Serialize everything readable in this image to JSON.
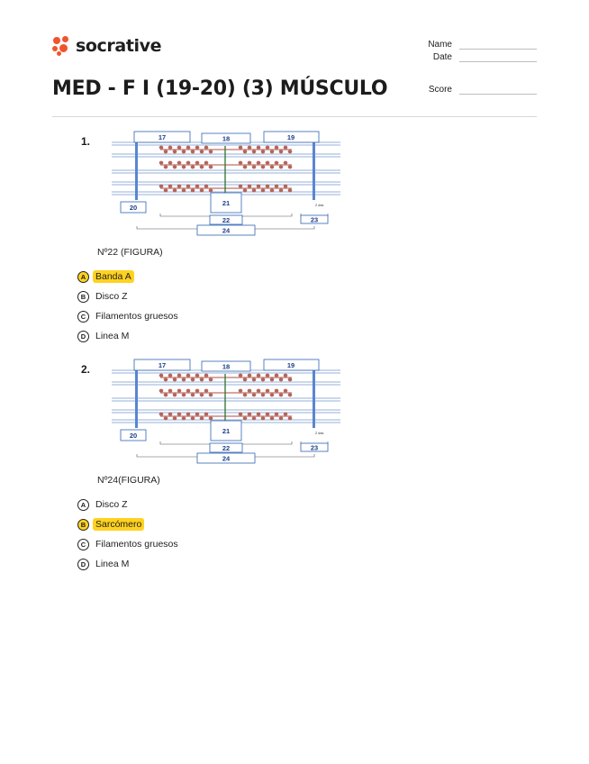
{
  "brand": {
    "name": "socrative",
    "color": "#f0542c"
  },
  "header": {
    "title": "MED - F I (19-20) (3) MÚSCULO",
    "name_label": "Name",
    "date_label": "Date",
    "score_label": "Score"
  },
  "figure_labels": {
    "l17": "17",
    "l18": "18",
    "l19": "19",
    "l20": "20",
    "l21": "21",
    "l22": "22",
    "l23": "23",
    "l24": "24",
    "zdisk": "Z disk"
  },
  "questions": [
    {
      "number": "1.",
      "text": "Nº22 (FIGURA)",
      "options": [
        {
          "letter": "A",
          "label": "Banda A",
          "correct": true
        },
        {
          "letter": "B",
          "label": "Disco Z",
          "correct": false
        },
        {
          "letter": "C",
          "label": "Filamentos gruesos",
          "correct": false
        },
        {
          "letter": "D",
          "label": "Linea M",
          "correct": false
        }
      ]
    },
    {
      "number": "2.",
      "text": "Nº24(FIGURA)",
      "options": [
        {
          "letter": "A",
          "label": "Disco Z",
          "correct": false
        },
        {
          "letter": "B",
          "label": "Sarcómero",
          "correct": true
        },
        {
          "letter": "C",
          "label": "Filamentos gruesos",
          "correct": false
        },
        {
          "letter": "D",
          "label": "Linea M",
          "correct": false
        }
      ]
    }
  ],
  "colors": {
    "highlight": "#ffd21f",
    "diagram_blue": "#2f64b5",
    "myosin": "#b5645a",
    "mline": "#3c7a3c"
  }
}
